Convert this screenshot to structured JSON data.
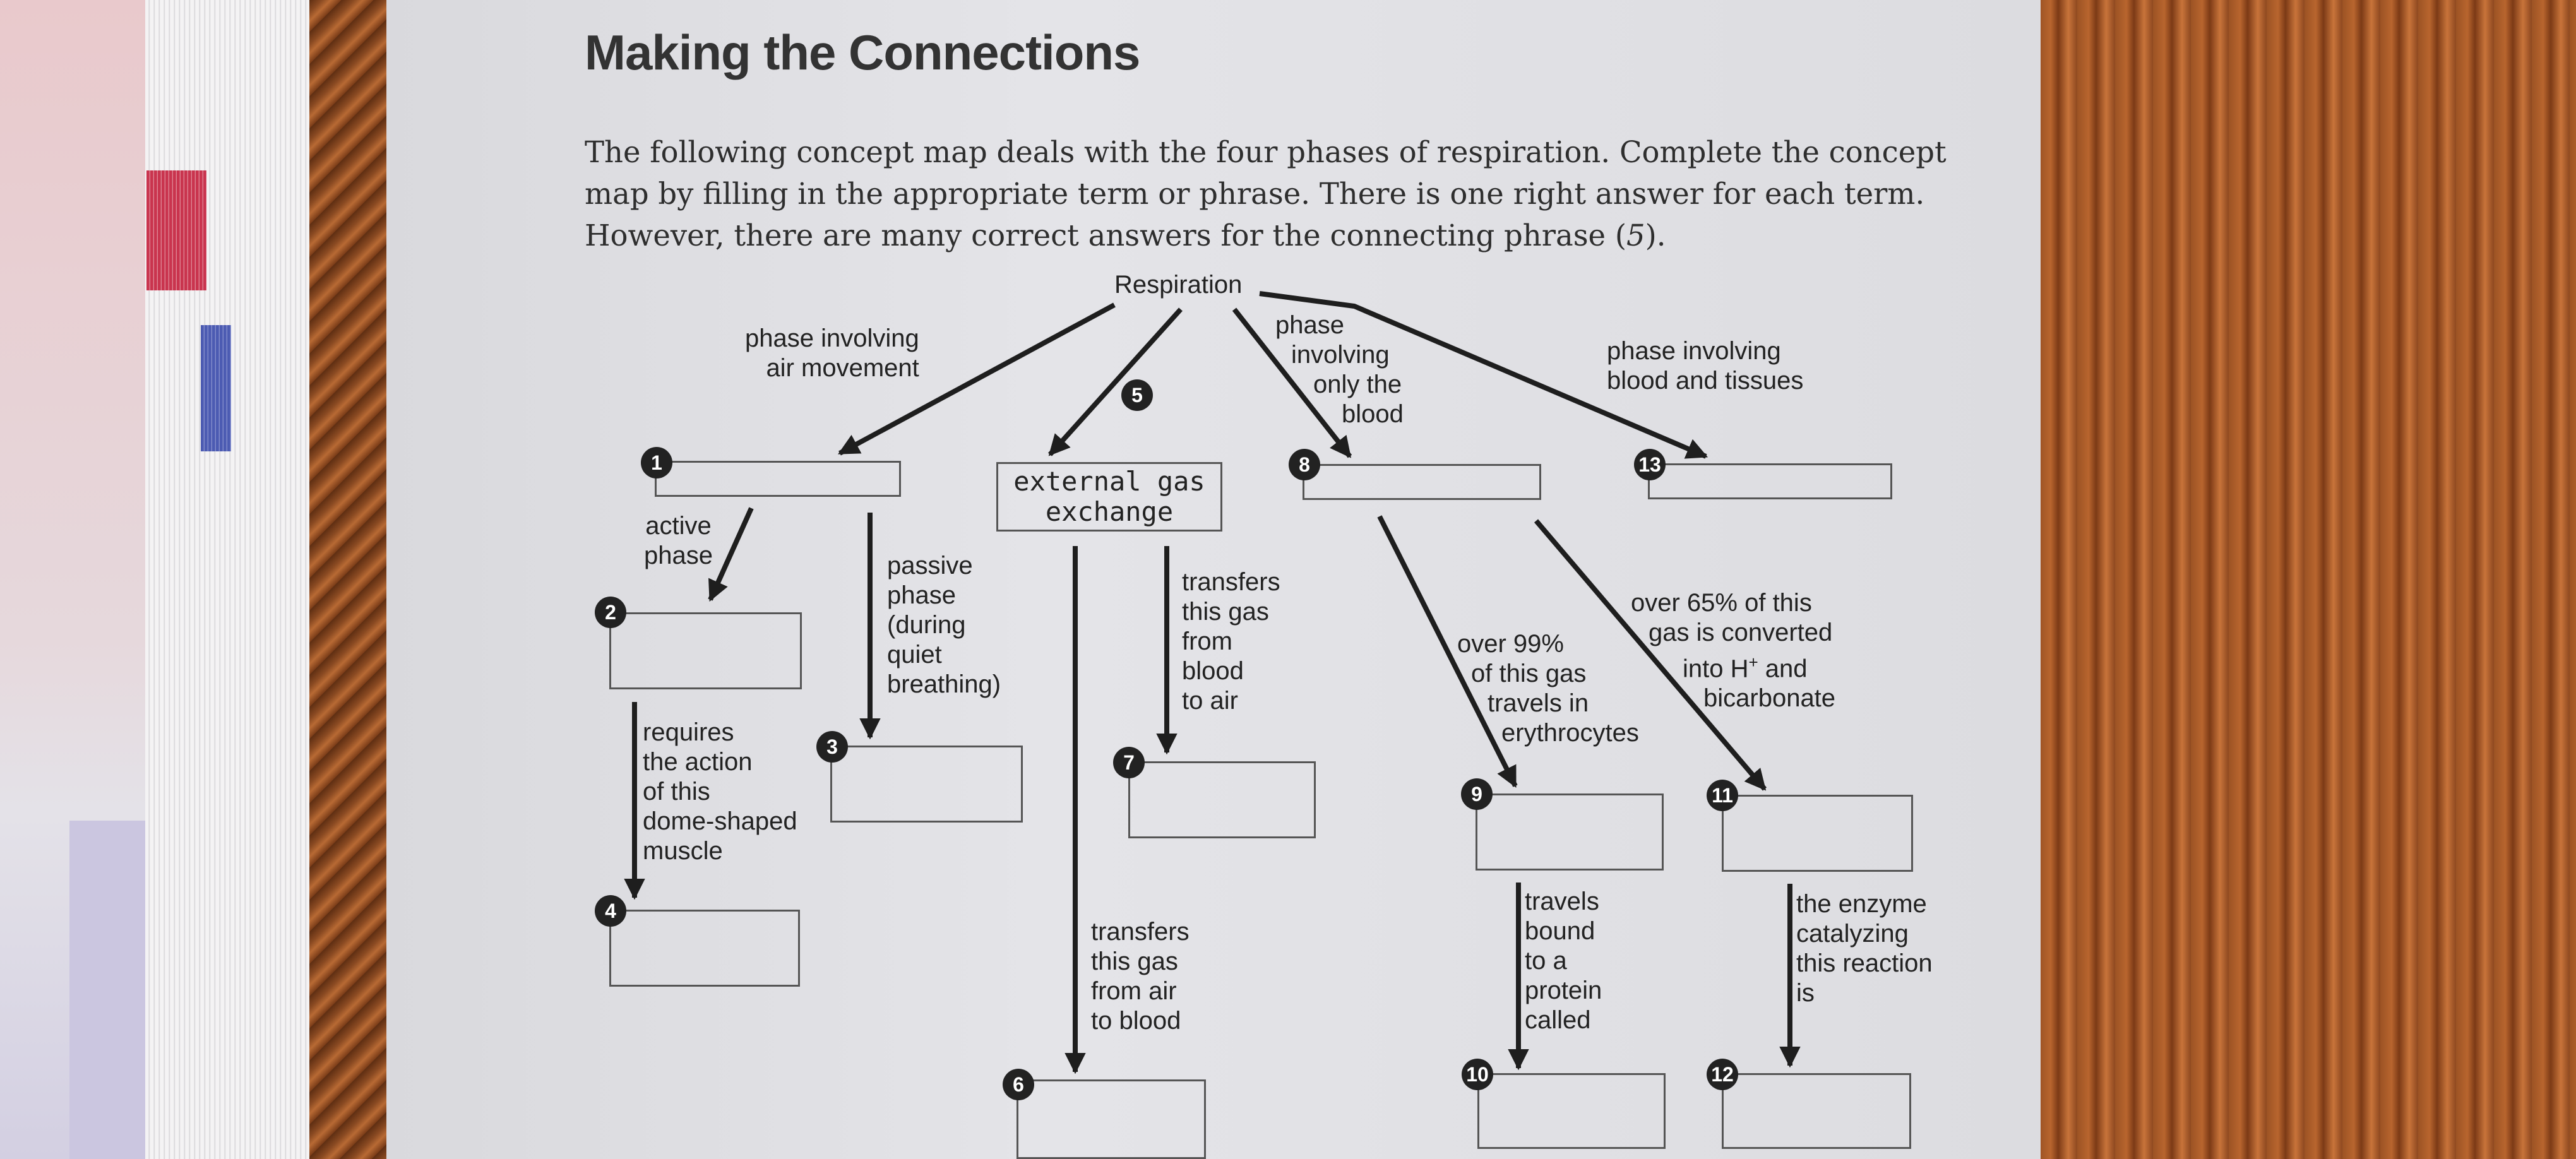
{
  "page": {
    "heading": "Making the Connections",
    "intro_a": "The following concept map deals with the four phases of respiration. Complete the concept map by filling in the appropriate term or phrase. There is one right answer for each term. However, there are many correct answers for the connecting phrase (",
    "intro_num": "5",
    "intro_b": ")."
  },
  "map": {
    "root": "Respiration",
    "edges": [
      {
        "id": "e1",
        "lines": [
          "phase involving",
          "air movement"
        ]
      },
      {
        "id": "e8",
        "lines": [
          "phase",
          "involving",
          "only the",
          "blood"
        ]
      },
      {
        "id": "e13",
        "lines": [
          "phase involving",
          "blood and tissues"
        ]
      },
      {
        "id": "e2",
        "lines": [
          "active",
          "phase"
        ]
      },
      {
        "id": "e3",
        "lines": [
          "passive",
          "phase",
          "(during",
          "quiet",
          "breathing)"
        ]
      },
      {
        "id": "e4",
        "lines": [
          "requires",
          "the action",
          "of this",
          "dome-shaped",
          "muscle"
        ]
      },
      {
        "id": "e7",
        "lines": [
          "transfers",
          "this gas",
          "from",
          "blood",
          "to air"
        ]
      },
      {
        "id": "e6",
        "lines": [
          "transfers",
          "this gas",
          "from air",
          "to blood"
        ]
      },
      {
        "id": "e9",
        "lines": [
          "over 99%",
          "of this gas",
          "travels in",
          "erythrocytes"
        ]
      },
      {
        "id": "e11",
        "lines": [
          "over 65% of this",
          "gas is converted"
        ],
        "h_line_pre": "into H",
        "h_sup": "+",
        "h_line_post": " and",
        "last_line": "bicarbonate"
      },
      {
        "id": "e10",
        "lines": [
          "travels",
          "bound",
          "to a",
          "protein",
          "called"
        ]
      },
      {
        "id": "e12",
        "lines": [
          "the enzyme",
          "catalyzing",
          "this reaction",
          "is"
        ]
      }
    ],
    "filled_box": [
      "external gas",
      "exchange"
    ],
    "numbers": [
      "1",
      "2",
      "3",
      "4",
      "5",
      "6",
      "7",
      "8",
      "9",
      "10",
      "11",
      "12",
      "13"
    ]
  }
}
